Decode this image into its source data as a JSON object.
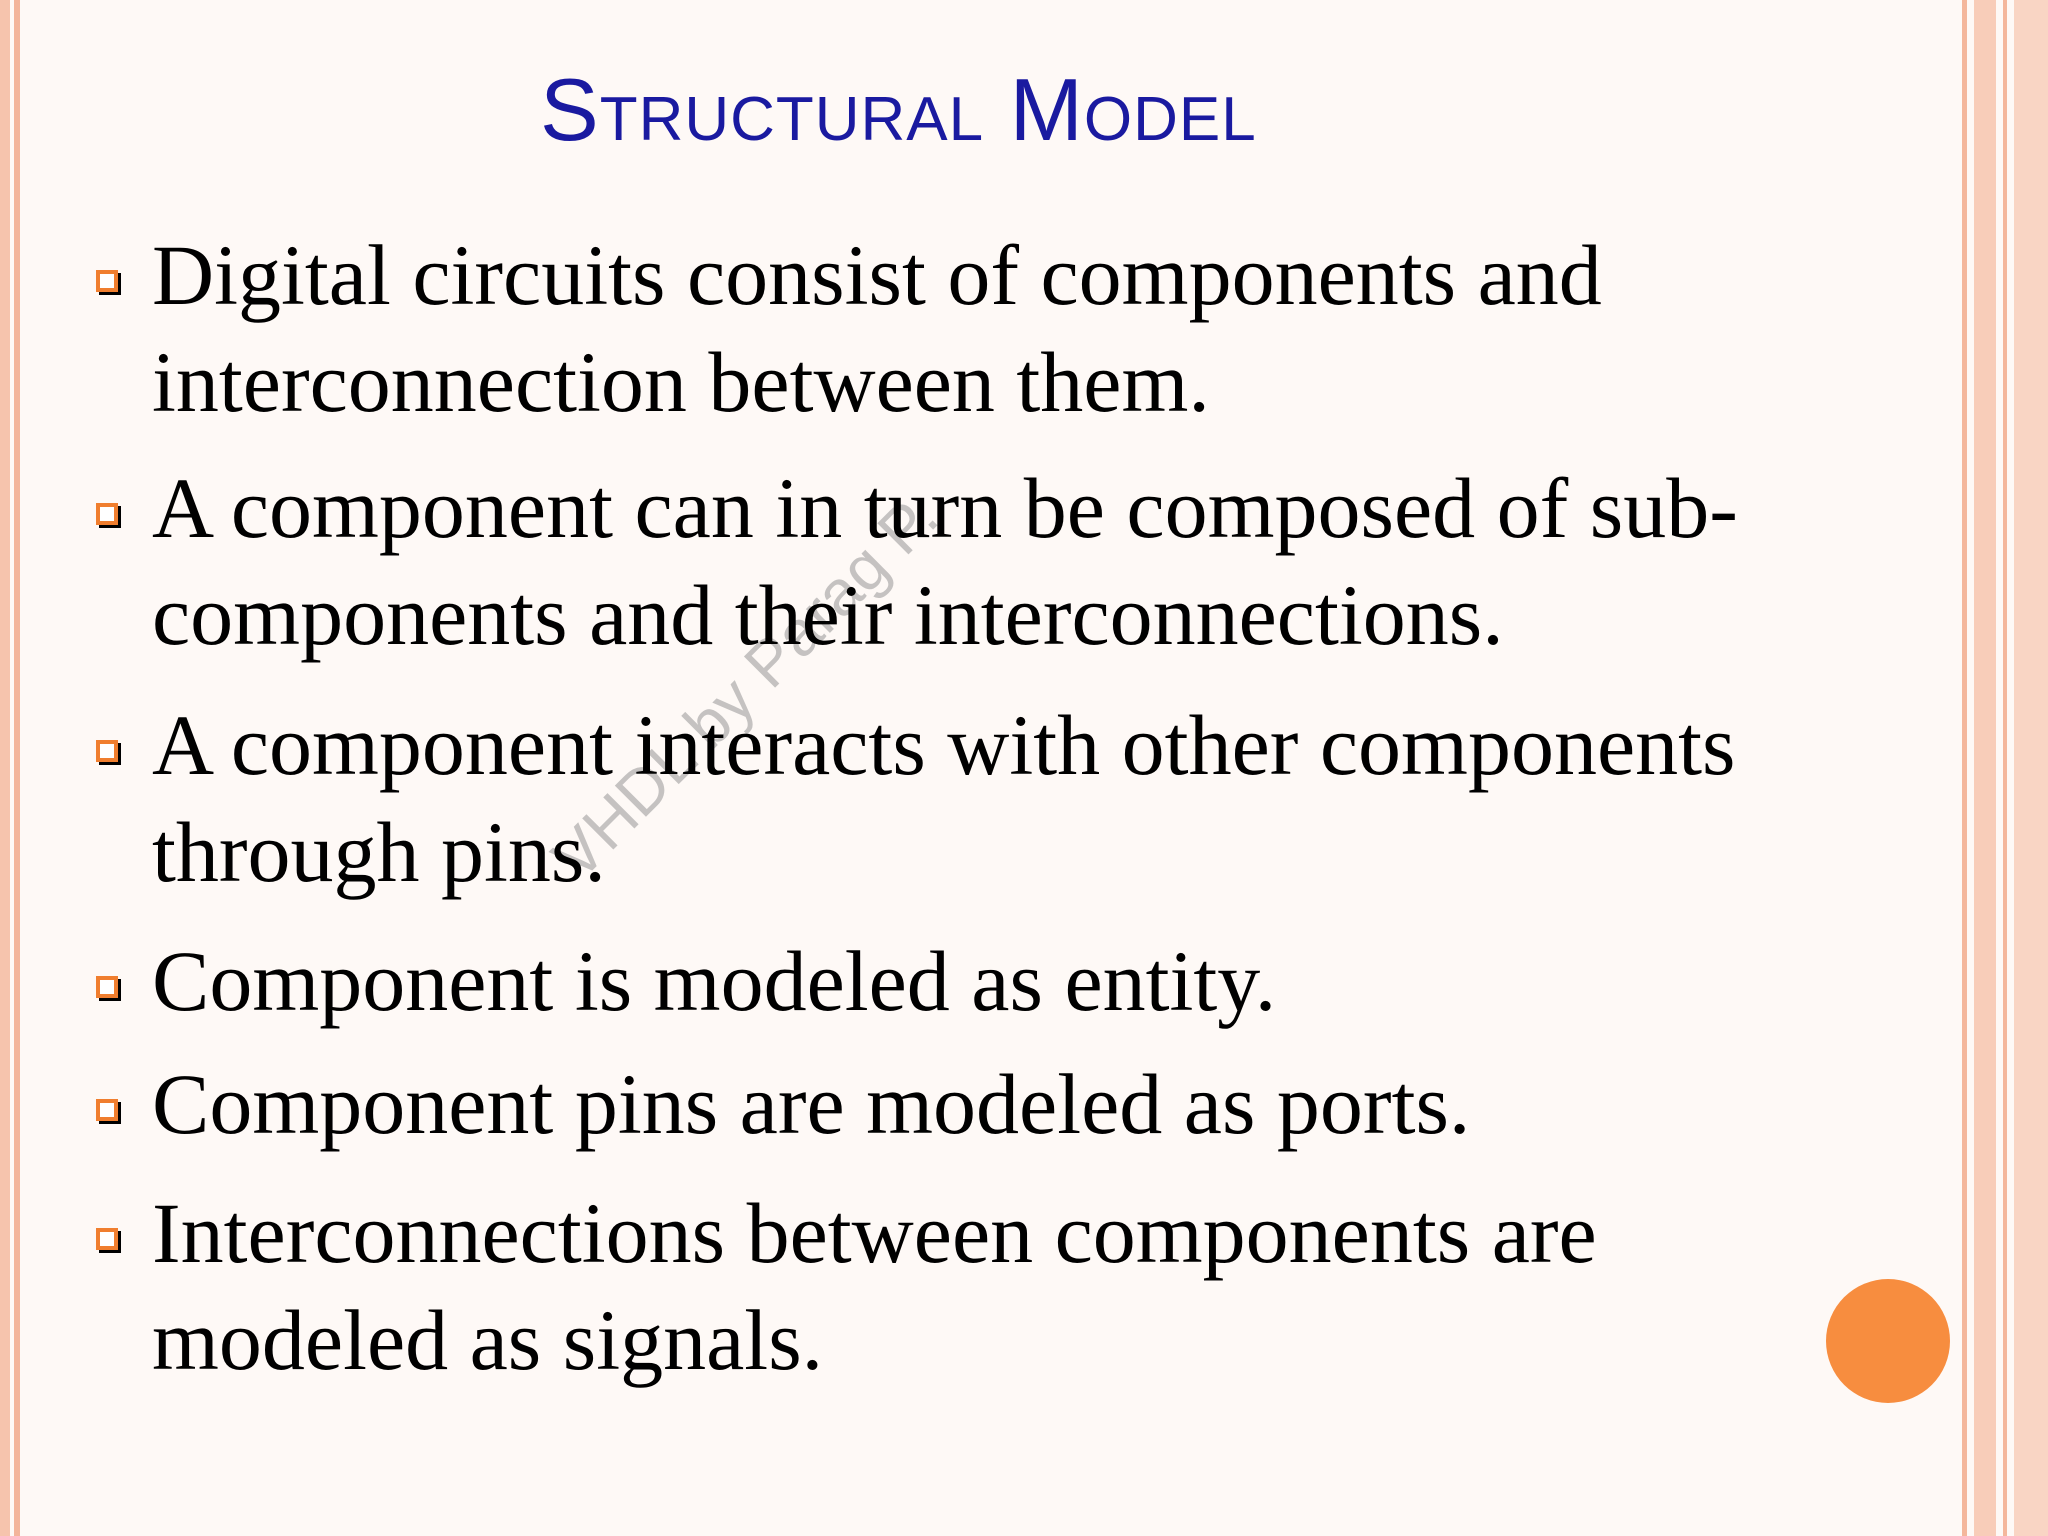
{
  "slide": {
    "title": "Structural Model",
    "bullets": [
      {
        "text": "Digital circuits consist of components and\ninterconnection between them."
      },
      {
        "text": "A component can in turn be composed of sub-\ncomponents and  their interconnections."
      },
      {
        "text": "A component interacts with other components\nthrough pins."
      },
      {
        "text": "Component is modeled as entity."
      },
      {
        "text": "Component pins are modeled as ports."
      },
      {
        "text": "Interconnections between components are\nmodeled as signals."
      }
    ],
    "watermark": "VHDL by Parag P."
  },
  "colors": {
    "title": "#1a1aa0",
    "bullet_marker": "#f07e2e",
    "accent_circle": "#f78d3f",
    "border": "#f6c4ad"
  }
}
